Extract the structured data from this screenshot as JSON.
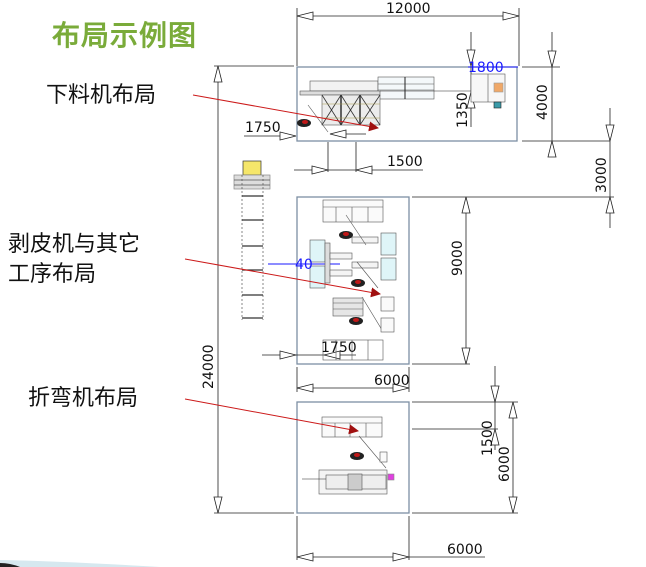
{
  "title": "布局示例图",
  "labels": {
    "blanking": "下料机布局",
    "peeling_line1": "剥皮机与其它",
    "peeling_line2": "工序布局",
    "bending": "折弯机布局"
  },
  "dimensions": {
    "top_width": "12000",
    "top_height": "4000",
    "gap_vertical": "3000",
    "top_offset_left": "1750",
    "top_gap": "1500",
    "top_machine_height": "1350",
    "top_machine_width": "1800",
    "middle_height": "9000",
    "middle_offset": "40",
    "middle_offset_left": "1750",
    "middle_width": "6000",
    "total_height": "24000",
    "bottom_offset": "1500",
    "bottom_height": "6000",
    "bottom_width": "6000"
  },
  "colors": {
    "title": "#7aab3a",
    "pointer": "#cc1a1a",
    "blue_dim": "#1a1aff",
    "cell_outline": "#7d8fa3"
  }
}
